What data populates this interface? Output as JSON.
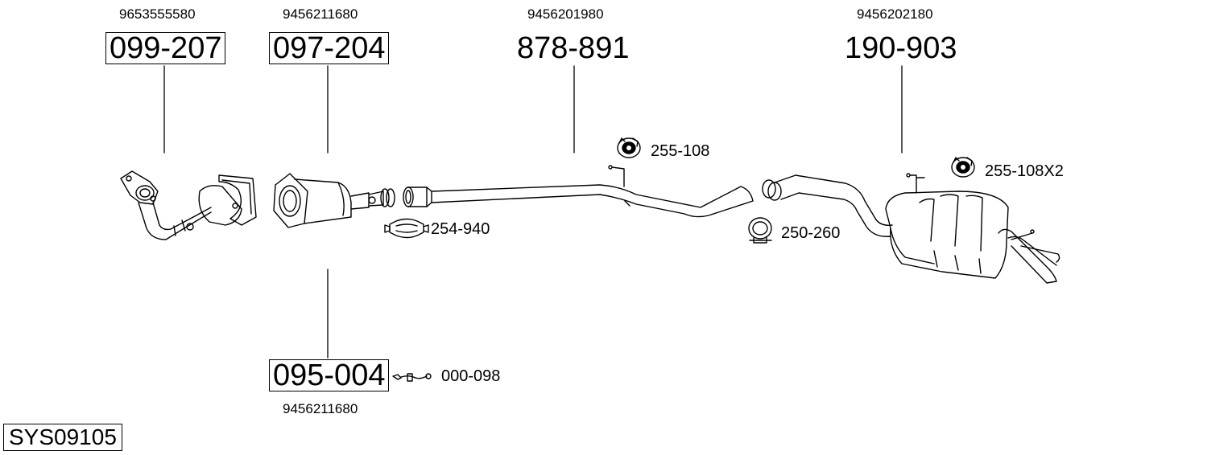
{
  "system_code": "SYS09105",
  "components": [
    {
      "id": "front-cat",
      "part_number": "099-207",
      "oe_number": "9653555580",
      "boxed": true
    },
    {
      "id": "cat-converter",
      "part_number": "097-204",
      "oe_number": "9456211680",
      "boxed": true
    },
    {
      "id": "middle-pipe",
      "part_number": "878-891",
      "oe_number": "9456201980",
      "boxed": false
    },
    {
      "id": "rear-silencer",
      "part_number": "190-903",
      "oe_number": "9456202180",
      "boxed": false
    },
    {
      "id": "particulate-filter",
      "part_number": "095-004",
      "oe_number": "9456211680",
      "boxed": true
    }
  ],
  "accessories": {
    "rubber_mount_1": "255-108",
    "rubber_mount_2": "255-108X2",
    "clamp_1": "254-940",
    "clamp_2": "250-260",
    "sensor": "000-098"
  }
}
